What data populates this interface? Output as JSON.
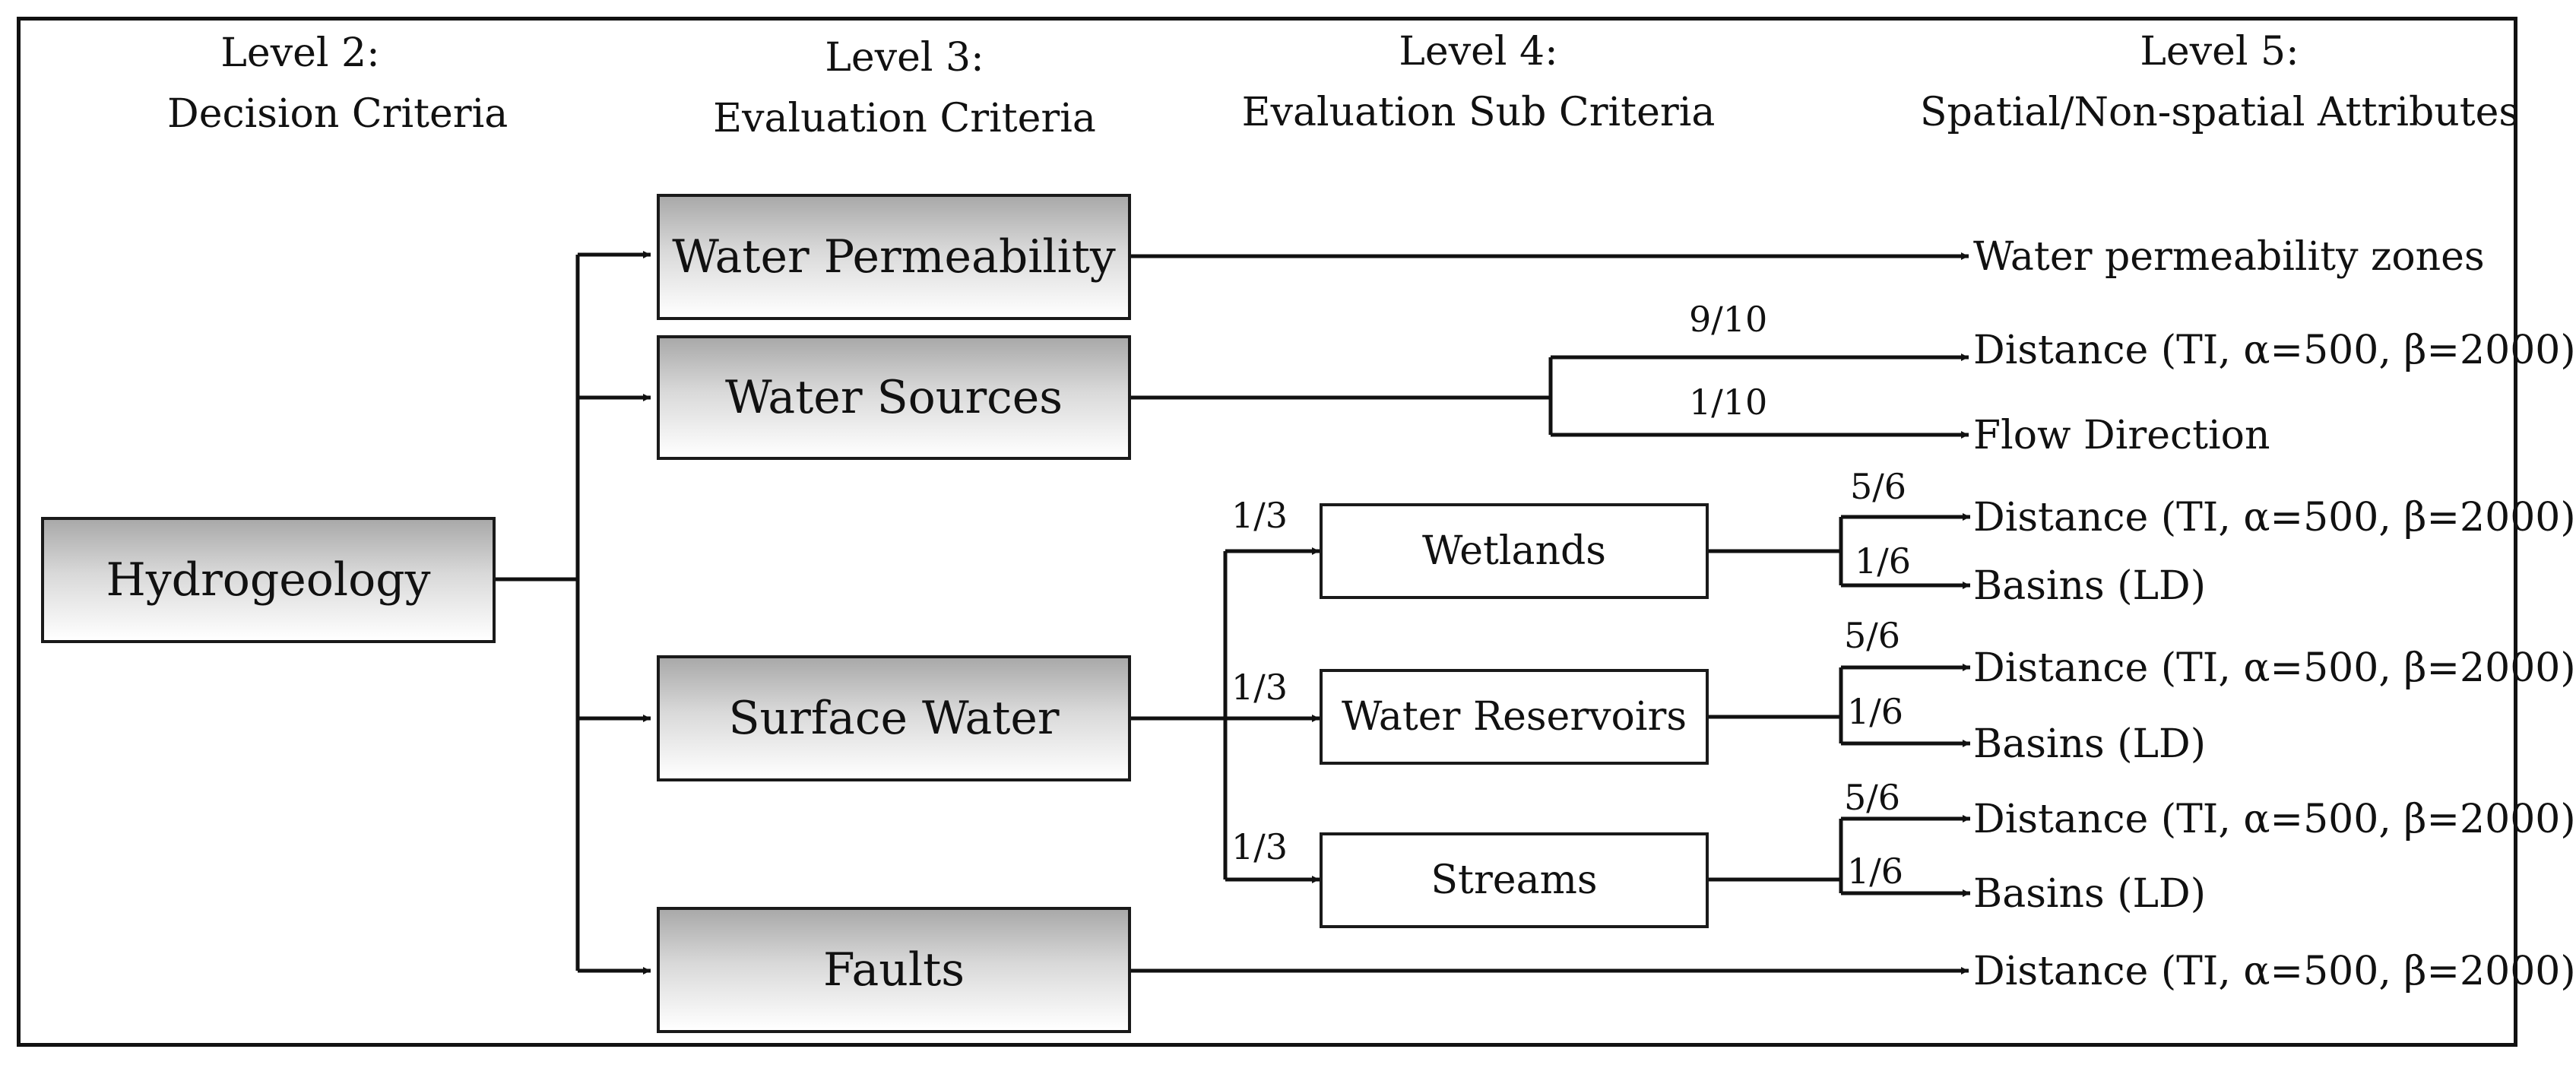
{
  "headers": {
    "level2": {
      "line1": "Level 2:",
      "line2": "Decision Criteria"
    },
    "level3": {
      "line1": "Level 3:",
      "line2": "Evaluation Criteria"
    },
    "level4": {
      "line1": "Level 4:",
      "line2": "Evaluation Sub Criteria"
    },
    "level5": {
      "line1": "Level 5:",
      "line2": "Spatial/Non-spatial Attributes"
    }
  },
  "decision": {
    "label": "Hydrogeology"
  },
  "evaluation": [
    {
      "label": "Water Permeability"
    },
    {
      "label": "Water Sources"
    },
    {
      "label": "Surface Water"
    },
    {
      "label": "Faults"
    }
  ],
  "subcriteria": [
    {
      "label": "Wetlands"
    },
    {
      "label": "Water Reservoirs"
    },
    {
      "label": "Streams"
    }
  ],
  "weights": {
    "sources_distance": "9/10",
    "sources_flow": "1/10",
    "wetlands": "1/3",
    "reservoirs": "1/3",
    "streams": "1/3",
    "wetlands_distance": "5/6",
    "wetlands_basins": "1/6",
    "reservoirs_distance": "5/6",
    "reservoirs_basins": "1/6",
    "streams_distance": "5/6",
    "streams_basins": "1/6"
  },
  "attributes": {
    "permeability_zones": "Water permeability zones",
    "distance_ti": "Distance (TI, α=500, β=2000)",
    "flow_direction": "Flow Direction",
    "basins_ld": "Basins (LD)"
  }
}
